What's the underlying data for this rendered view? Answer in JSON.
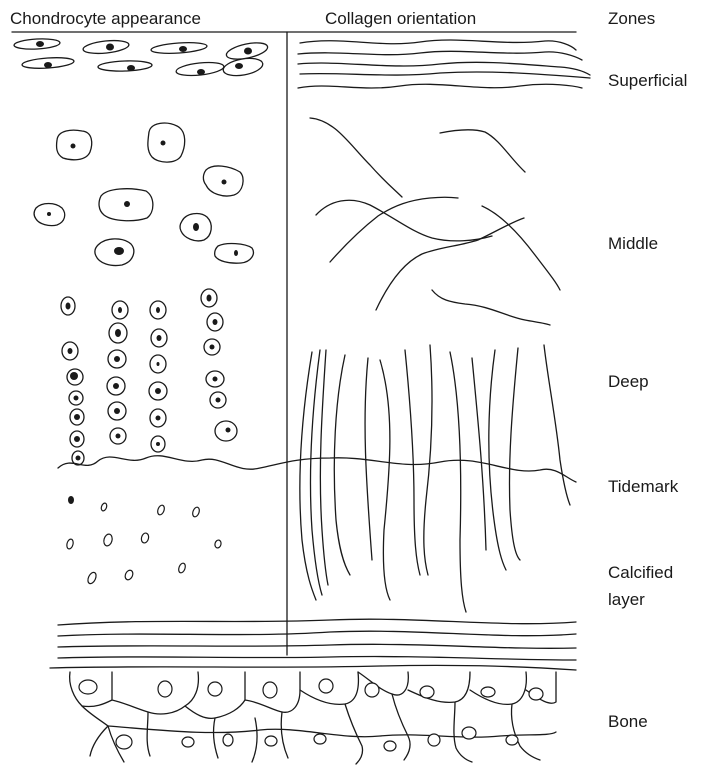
{
  "headers": {
    "chondrocyte": "Chondrocyte appearance",
    "collagen": "Collagen orientation",
    "zones": "Zones"
  },
  "zones": {
    "superficial": "Superficial",
    "middle": "Middle",
    "deep": "Deep",
    "tidemark": "Tidemark",
    "calcified_line1": "Calcified",
    "calcified_line2": "layer",
    "bone": "Bone"
  }
}
